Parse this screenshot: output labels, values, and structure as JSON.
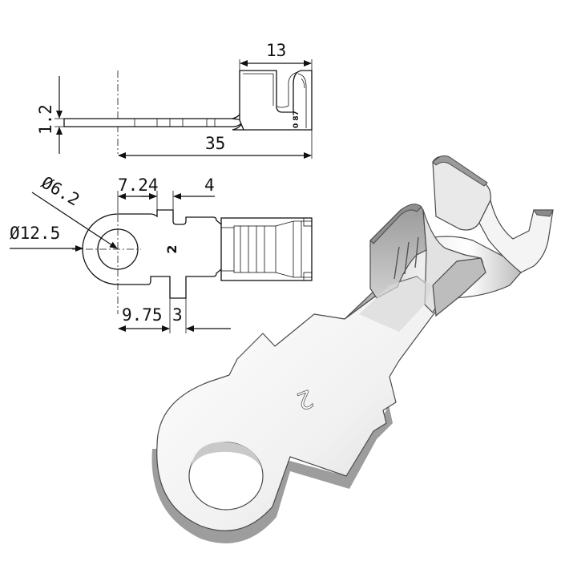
{
  "dimensions": {
    "side_length_top": "13",
    "side_thickness": "1.2",
    "side_total_length": "35",
    "top_ring_to_notch": "7.24",
    "top_notch_width": "4",
    "hole_diameter": "Ø6.2",
    "ring_diameter": "Ø12.5",
    "bottom_ring_to_notch": "9.75",
    "bottom_notch_width": "3"
  },
  "markings": {
    "part_number": "2",
    "side_code": "0 87",
    "iso_part_number": "2"
  },
  "colors": {
    "line": "#111111",
    "metal_light": "#f2f2f2",
    "metal_mid": "#c9c9c9",
    "metal_dark": "#8c8c8c"
  }
}
